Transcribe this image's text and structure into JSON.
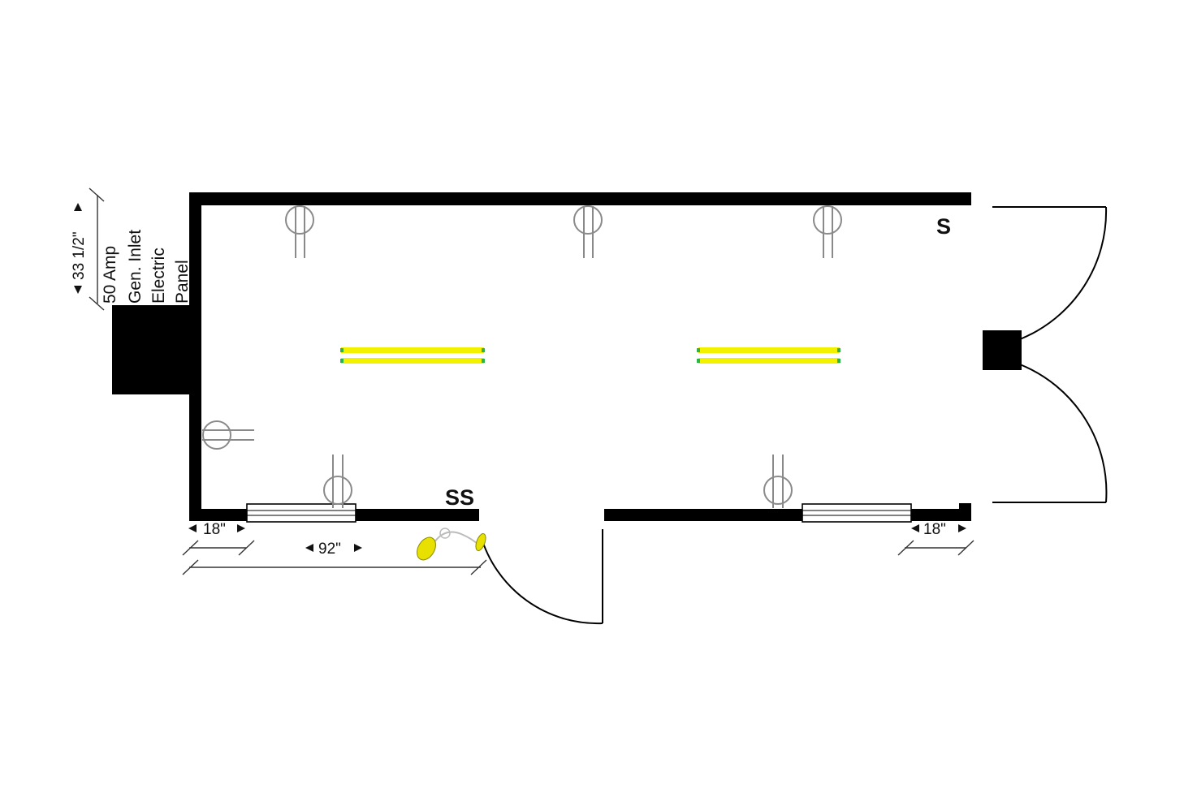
{
  "dimensions": {
    "panel_width": "33 1/2\"",
    "left_offset": "18\"",
    "window_width": "92\"",
    "right_offset": "18\""
  },
  "panel_label": [
    "50 Amp",
    "Gen. Inlet",
    "Electric",
    "Panel"
  ],
  "switches": {
    "top_right": "S",
    "bottom_door": "SS"
  },
  "colors": {
    "wall": "#000000",
    "light_fixture": "#f2f200",
    "fixture_end": "#2db34a",
    "outlet": "#8a8a8a",
    "exterior_light": "#e8e000"
  },
  "legend_icons": [
    "electric-panel-icon",
    "duplex-outlet-icon",
    "fluorescent-light-icon",
    "exterior-light-icon",
    "light-switch-icon"
  ]
}
